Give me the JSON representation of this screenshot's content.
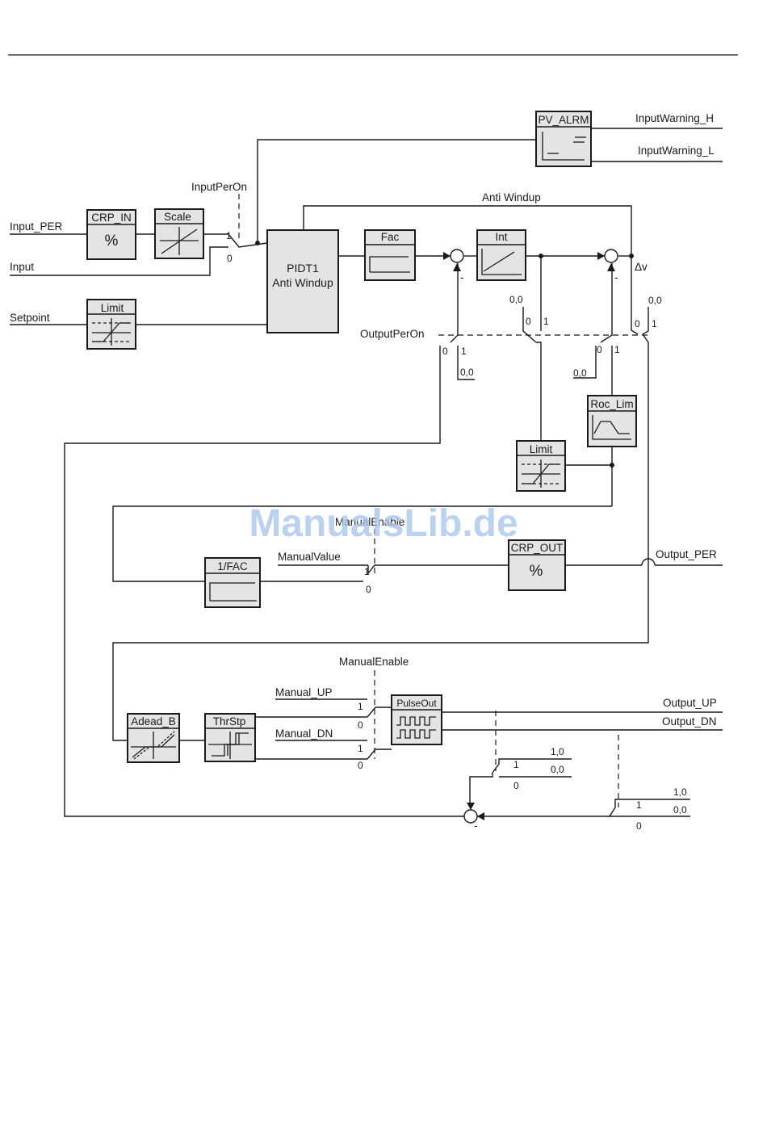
{
  "watermark": "ManualsLib.de",
  "signals": {
    "input_per": "Input_PER",
    "input": "Input",
    "setpoint": "Setpoint",
    "input_per_on": "InputPerOn",
    "anti_windup": "Anti Windup",
    "input_warning_h": "InputWarning_H",
    "input_warning_l": "InputWarning_L",
    "delta_v": "Δv",
    "output_per_on": "OutputPerOn",
    "manual_enable_1": "ManualEnable",
    "manual_value": "ManualValue",
    "output_per": "Output_PER",
    "manual_enable_2": "ManualEnable",
    "manual_up": "Manual_UP",
    "manual_dn": "Manual_DN",
    "output_up": "Output_UP",
    "output_dn": "Output_DN"
  },
  "blocks": {
    "crp_in": "CRP_IN",
    "crp_in_symbol": "%",
    "scale": "Scale",
    "limit_sp": "Limit",
    "pidt1_line1": "PIDT1",
    "pidt1_line2": "Anti Windup",
    "fac": "Fac",
    "int": "Int",
    "pv_alrm": "PV_ALRM",
    "roc_lim": "Roc_Lim",
    "limit_out": "Limit",
    "fac_inv": "1/FAC",
    "crp_out": "CRP_OUT",
    "crp_out_symbol": "%",
    "adead_b": "Adead_B",
    "thrstp": "ThrStp",
    "pulseout": "PulseOut"
  },
  "switch_labels": {
    "one": "1",
    "zero": "0",
    "zero_value": "0,0",
    "one_value": "1,0",
    "minus": "-"
  }
}
